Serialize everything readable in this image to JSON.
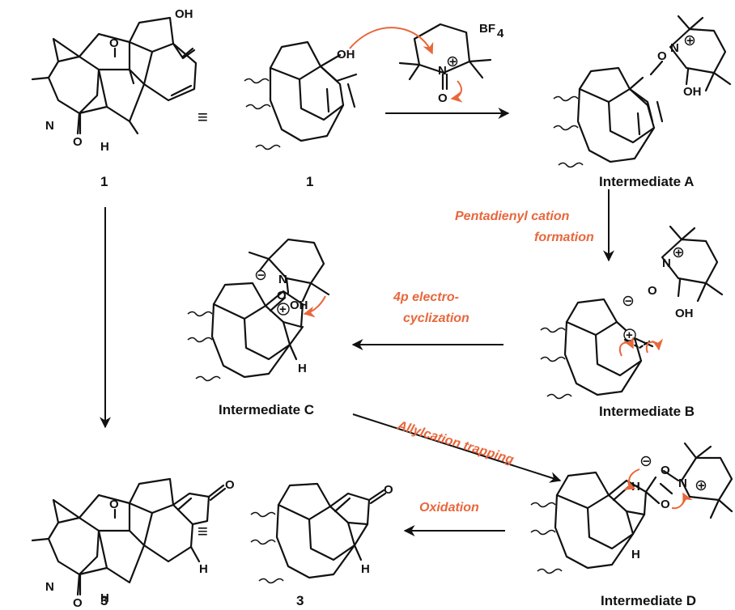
{
  "colors": {
    "accent": "#e8673c",
    "ink": "#111111"
  },
  "compounds": {
    "c1_left": "1",
    "c1_right": "1",
    "c3_left": "3",
    "c3_right": "3",
    "int_a": "Intermediate A",
    "int_b": "Intermediate B",
    "int_c": "Intermediate C",
    "int_d": "Intermediate D"
  },
  "conditions": {
    "pentadienyl_1": "Pentadienyl cation",
    "pentadienyl_2": "formation",
    "electro_1": "4p  electro-",
    "electro_2": "cyclization",
    "allyl": "Allylcation trapping",
    "oxidation": "Oxidation"
  },
  "atoms": {
    "oh": "OH",
    "o": "O",
    "n": "N",
    "h": "H",
    "bf": "BF",
    "four": "4"
  },
  "symbols": {
    "equiv": "≡",
    "plus": "+",
    "minus": "−"
  }
}
